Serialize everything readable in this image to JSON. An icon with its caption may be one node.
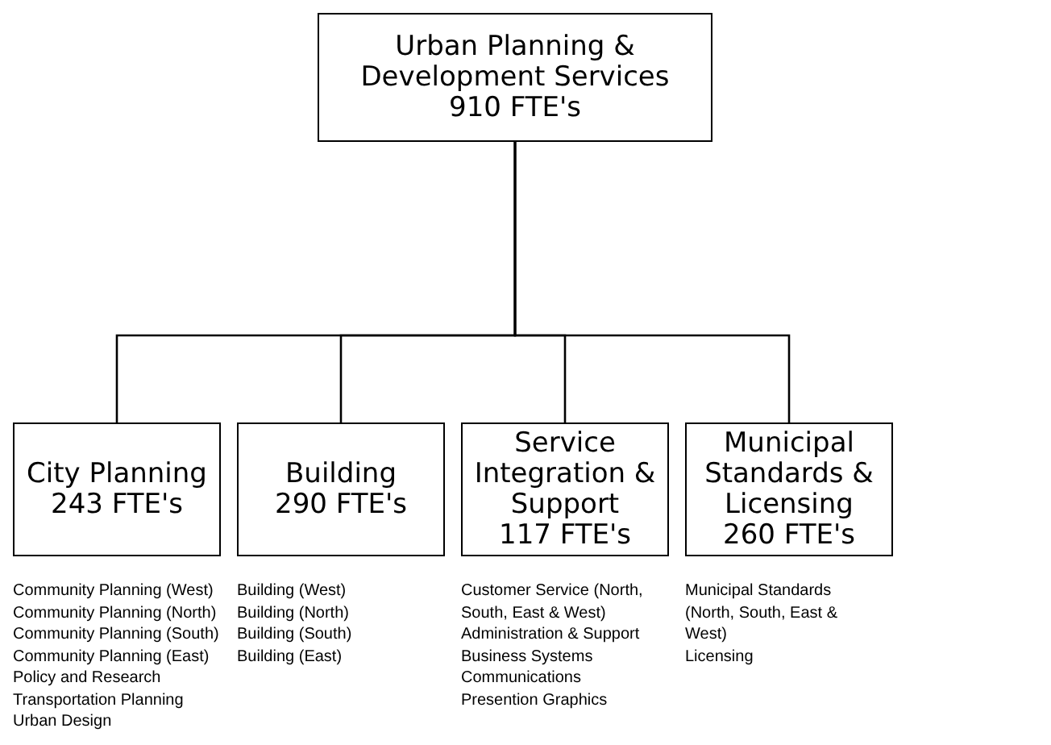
{
  "diagram": {
    "nodes": [
      {
        "text": [
          "Urban Planning & Development Services",
          "910 FTE's"
        ]
      },
      {
        "text": [
          "City Planning",
          "243 FTE's"
        ],
        "beside": [
          "Community Planning (West)",
          "Community Planning (North)",
          "Community Planning (South)",
          "Community Planning (East)",
          "Policy and Research",
          "Transportation Planning",
          "Urban Design"
        ]
      },
      {
        "text": [
          "Building",
          "290 FTE's"
        ],
        "beside": [
          "Building (West)",
          "Building (North)",
          "Building (South)",
          "Building (East)"
        ]
      },
      {
        "text": [
          "Service Integration & Support",
          "117 FTE's"
        ],
        "beside": [
          "Customer Service (North, South, East & West)",
          "Administration & Support",
          "Business Systems",
          "Communications",
          "Presention Graphics"
        ]
      },
      {
        "text": [
          "Municipal Standards & Licensing",
          "260 FTE's"
        ],
        "beside": [
          "Municipal Standards (North, South, East & West)",
          "Licensing"
        ]
      }
    ],
    "edges": [
      {
        "from": 0,
        "to": 1,
        "arrow": "none"
      },
      {
        "from": 0,
        "to": 2,
        "arrow": "none"
      },
      {
        "from": 0,
        "to": 3,
        "arrow": "none"
      },
      {
        "from": 0,
        "to": 4,
        "arrow": "none"
      }
    ]
  }
}
